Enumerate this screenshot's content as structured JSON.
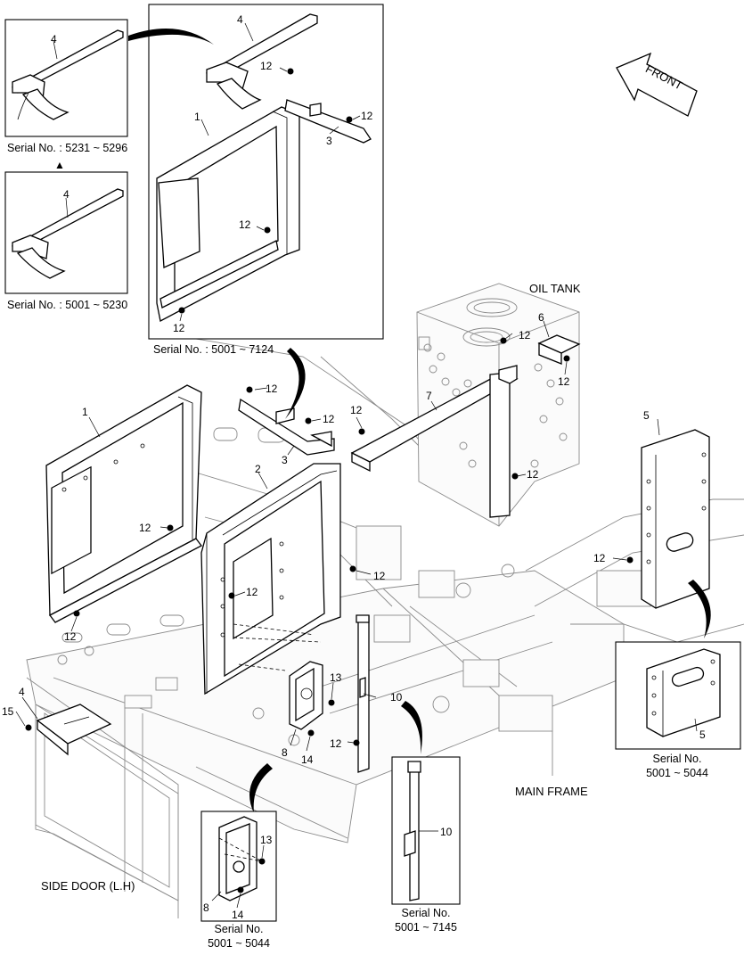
{
  "labels": {
    "oil_tank": "OIL TANK",
    "main_frame": "MAIN FRAME",
    "side_door": "SIDE DOOR (L.H)",
    "front": "FRONT"
  },
  "insets": {
    "top_left_a": {
      "serial": "Serial No. : 5231 ~ 5296",
      "part": "4"
    },
    "top_left_b": {
      "serial": "Serial No. : 5001 ~ 5230",
      "part": "4"
    },
    "top_center": {
      "serial": "Serial No. : 5001 ~ 7124",
      "parts": [
        "4",
        "12",
        "1",
        "12",
        "3",
        "12",
        "12"
      ]
    },
    "right": {
      "serial_line1": "Serial No.",
      "serial_line2": "5001 ~ 5044",
      "part": "5"
    },
    "bottom_left": {
      "serial_line1": "Serial No.",
      "serial_line2": "5001 ~ 5044",
      "parts": [
        "13",
        "8",
        "14"
      ]
    },
    "bottom_mid": {
      "serial_line1": "Serial No.",
      "serial_line2": "5001 ~ 7145",
      "part": "10"
    }
  },
  "callouts": {
    "p1": "1",
    "p2": "2",
    "p3": "3",
    "p4": "4",
    "p5": "5",
    "p6": "6",
    "p7": "7",
    "p8": "8",
    "p10": "10",
    "p12": "12",
    "p13": "13",
    "p14": "14",
    "p15": "15"
  },
  "marker": "▲"
}
